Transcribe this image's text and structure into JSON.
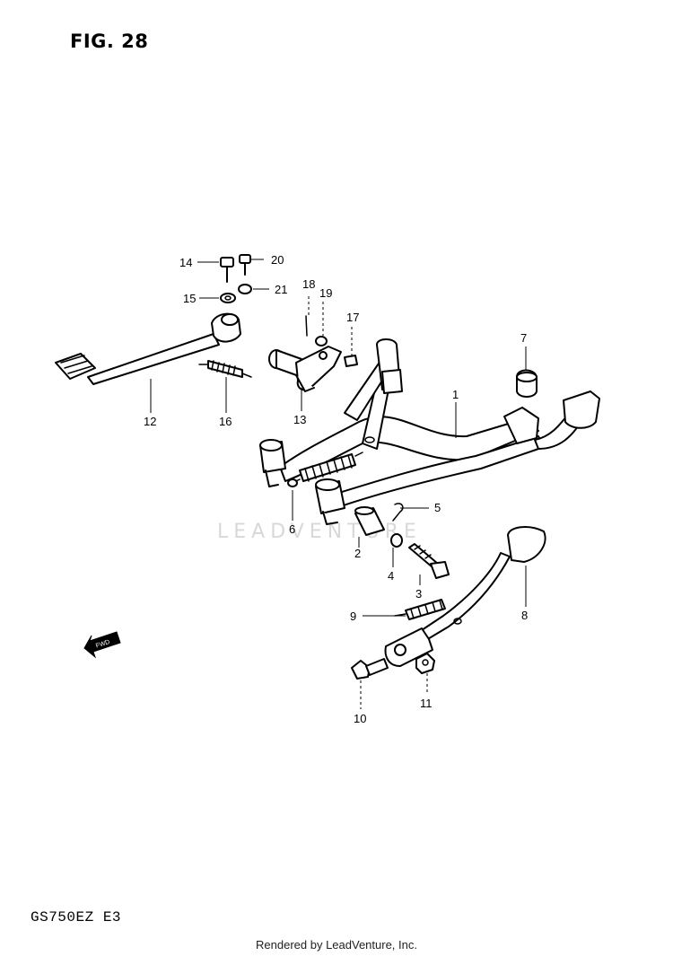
{
  "title": "FIG. 28",
  "model_code": "GS750EZ  E3",
  "credit": "Rendered by LeadVenture, Inc.",
  "watermark": "LEADVENTURE",
  "fwd_label": "FWD",
  "callouts": {
    "p1": "1",
    "p2": "2",
    "p3": "3",
    "p4": "4",
    "p5": "5",
    "p6": "6",
    "p7": "7",
    "p8": "8",
    "p9": "9",
    "p10": "10",
    "p11": "11",
    "p12": "12",
    "p13": "13",
    "p14": "14",
    "p15": "15",
    "p16": "16",
    "p17": "17",
    "p18": "18",
    "p19": "19",
    "p20": "20",
    "p21": "21"
  }
}
